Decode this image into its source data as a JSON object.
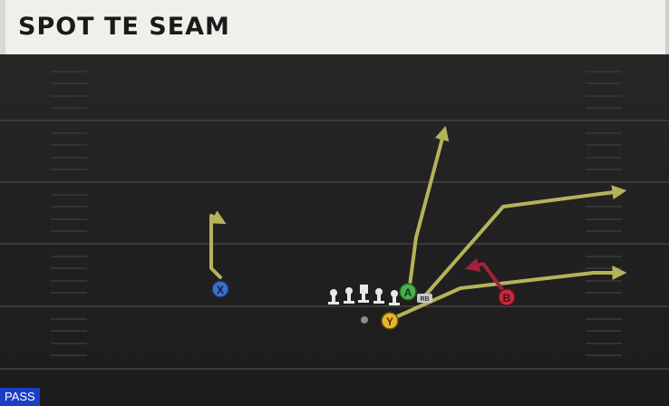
{
  "play": {
    "title": "SPOT TE SEAM",
    "type_label": "PASS"
  },
  "players": {
    "x_label": "X",
    "a_label": "A",
    "b_label": "B",
    "y_label": "Y",
    "rb_tag": "RB"
  },
  "colors": {
    "route": "#b5b35a",
    "block_route": "#a3203a",
    "x_button": "#3b6fc9",
    "a_button": "#4caf50",
    "b_button": "#c8283e",
    "y_button": "#e8b52a",
    "play_type_bg": "#1a3fc4"
  }
}
